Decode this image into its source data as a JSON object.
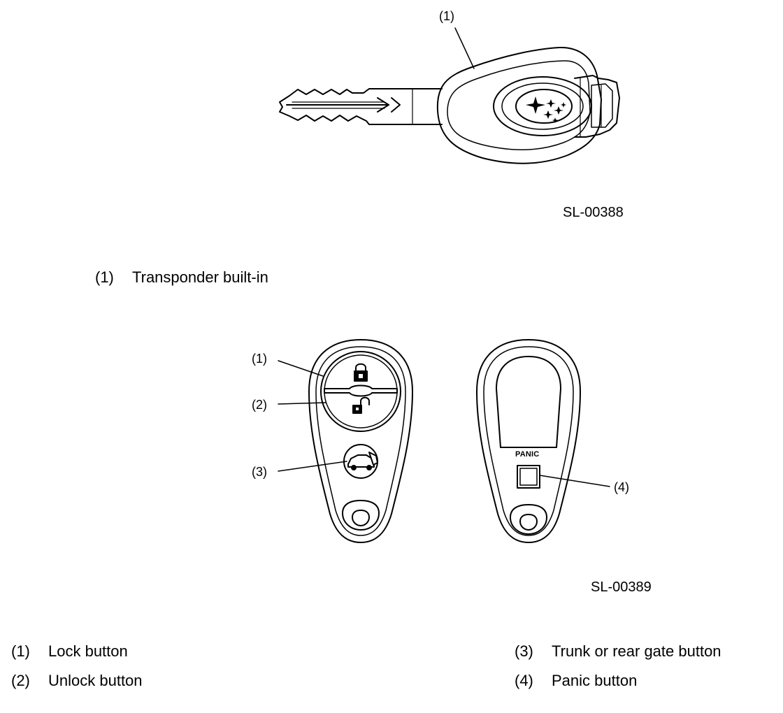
{
  "key_figure": {
    "callout_1": "(1)",
    "figure_id": "SL-00388",
    "legend": [
      {
        "num": "(1)",
        "text": "Transponder built-in"
      }
    ]
  },
  "remote_figure": {
    "callout_1": "(1)",
    "callout_2": "(2)",
    "callout_3": "(3)",
    "callout_4": "(4)",
    "panic_label": "PANIC",
    "figure_id": "SL-00389",
    "legend": [
      {
        "num": "(1)",
        "text": "Lock button"
      },
      {
        "num": "(2)",
        "text": "Unlock button"
      },
      {
        "num": "(3)",
        "text": "Trunk or rear gate button"
      },
      {
        "num": "(4)",
        "text": "Panic button"
      }
    ]
  }
}
